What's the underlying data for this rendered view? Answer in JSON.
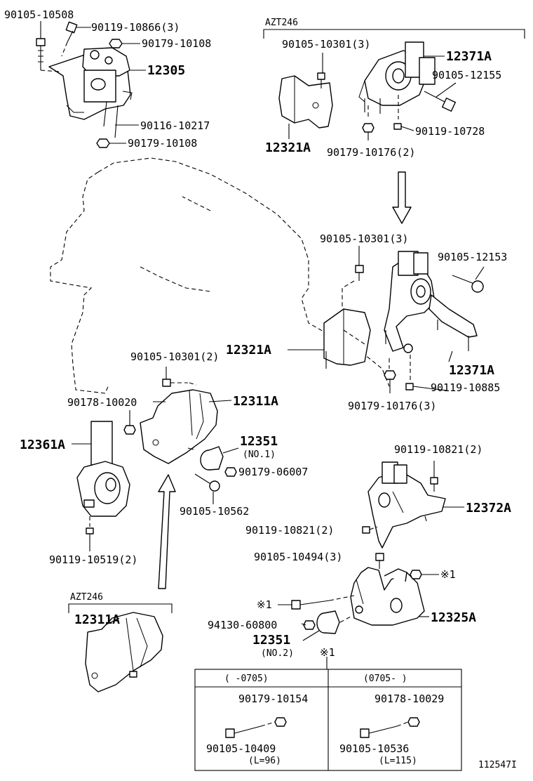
{
  "labels": {
    "p1": "90105-10508",
    "p2": "90119-10866(3)",
    "p3": "90179-10108",
    "p4": "12305",
    "p5": "90116-10217",
    "p6": "90179-10108",
    "p7": "AZT246",
    "p8": "90105-10301(3)",
    "p9": "12371A",
    "p10": "90105-12155",
    "p11": "12321A",
    "p12": "90119-10728",
    "p13": "90179-10176(2)",
    "p14": "90105-10301(3)",
    "p15": "90105-12153",
    "p16": "12321A",
    "p17": "12371A",
    "p18": "90119-10885",
    "p19": "90179-10176(3)",
    "p20": "90105-10301(2)",
    "p21": "90178-10020",
    "p22": "12311A",
    "p23": "12361A",
    "p24": "12351",
    "p25": "(NO.1)",
    "p26": "90179-06007",
    "p27": "90105-10562",
    "p28": "90119-10519(2)",
    "p29": "90119-10821(2)",
    "p30": "12372A",
    "p31": "90119-10821(2)",
    "p32": "90105-10494(3)",
    "p33": "※1",
    "p34": "※1",
    "p35": "12325A",
    "p36": "94130-60800",
    "p37": "12351",
    "p38": "(NO.2)",
    "p39": "※1",
    "p40": "AZT246",
    "p41": "12311A"
  },
  "table": {
    "header_left": "(     -0705)",
    "header_right": "(0705-     )",
    "left_nut": "90179-10154",
    "left_bolt": "90105-10409",
    "left_len": "(L=96)",
    "right_nut": "90178-10029",
    "right_bolt": "90105-10536",
    "right_len": "(L=115)"
  },
  "figure_id": "112547I"
}
